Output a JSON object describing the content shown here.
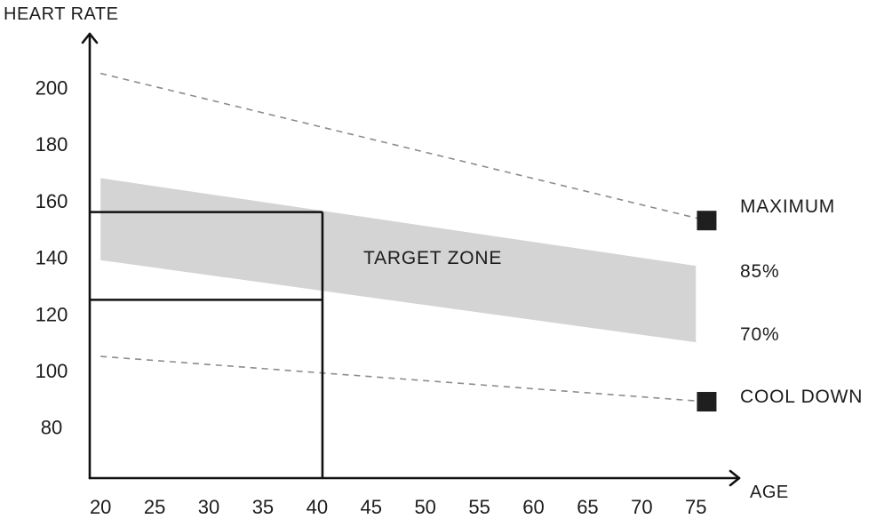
{
  "chart_data": {
    "type": "line",
    "xlabel": "AGE",
    "ylabel": "HEART RATE",
    "x_ticks": [
      "20",
      "25",
      "30",
      "35",
      "40",
      "45",
      "50",
      "55",
      "60",
      "65",
      "70",
      "75"
    ],
    "y_ticks": [
      "80",
      "100",
      "120",
      "140",
      "160",
      "180",
      "200"
    ],
    "xlim": [
      19,
      79
    ],
    "ylim": [
      62,
      219
    ],
    "series": [
      {
        "name": "MAXIMUM",
        "style": "dashed",
        "x": [
          20,
          76
        ],
        "y": [
          205,
          153
        ]
      },
      {
        "name": "COOL DOWN",
        "style": "dashed",
        "x": [
          20,
          76
        ],
        "y": [
          105,
          89
        ]
      }
    ],
    "band": {
      "label": "TARGET ZONE",
      "upper_label": "85%",
      "lower_label": "70%",
      "x": [
        20,
        75
      ],
      "upper": [
        168,
        137
      ],
      "lower": [
        139,
        110
      ],
      "color": "#d4d4d4"
    },
    "markers": [
      {
        "label": "MAXIMUM",
        "x": 76,
        "y": 153
      },
      {
        "label": "COOL DOWN",
        "x": 76,
        "y": 89
      }
    ],
    "reference_box": {
      "age": 40.5,
      "lines_y": [
        156,
        125
      ]
    },
    "grid": false
  }
}
